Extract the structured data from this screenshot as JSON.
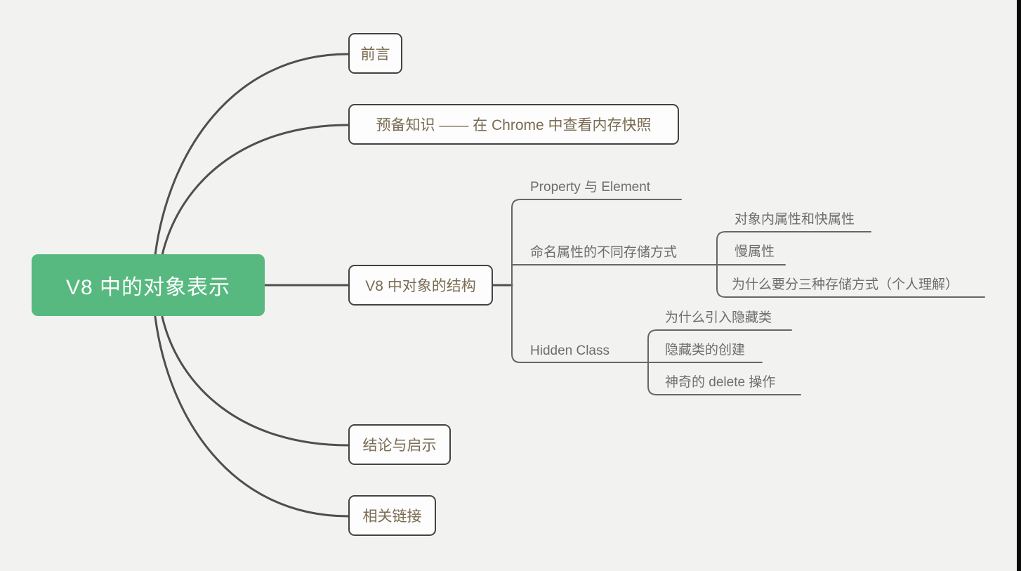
{
  "mindmap": {
    "root": {
      "label": "V8 中的对象表示"
    },
    "children": [
      {
        "label": "前言"
      },
      {
        "label": "预备知识 —— 在 Chrome 中查看内存快照"
      },
      {
        "label": "V8 中对象的结构",
        "children": [
          {
            "label": "Property 与 Element"
          },
          {
            "label": "命名属性的不同存储方式",
            "children": [
              {
                "label": "对象内属性和快属性"
              },
              {
                "label": "慢属性"
              },
              {
                "label": "为什么要分三种存储方式（个人理解）"
              }
            ]
          },
          {
            "label": "Hidden Class",
            "children": [
              {
                "label": "为什么引入隐藏类"
              },
              {
                "label": "隐藏类的创建"
              },
              {
                "label": "神奇的 delete 操作"
              }
            ]
          }
        ]
      },
      {
        "label": "结论与启示"
      },
      {
        "label": "相关链接"
      }
    ]
  },
  "colors": {
    "background": "#f2f2f0",
    "root_fill": "#57b97f",
    "root_text": "#ffffff",
    "box_fill": "#fdfdfd",
    "box_border": "#434343",
    "box_text": "#7a6b52",
    "subtopic_text": "#6d6d6d",
    "branch_line": "#4f4f4f",
    "underline_line": "#666666",
    "right_edge_bar": "#0b0b0b"
  }
}
